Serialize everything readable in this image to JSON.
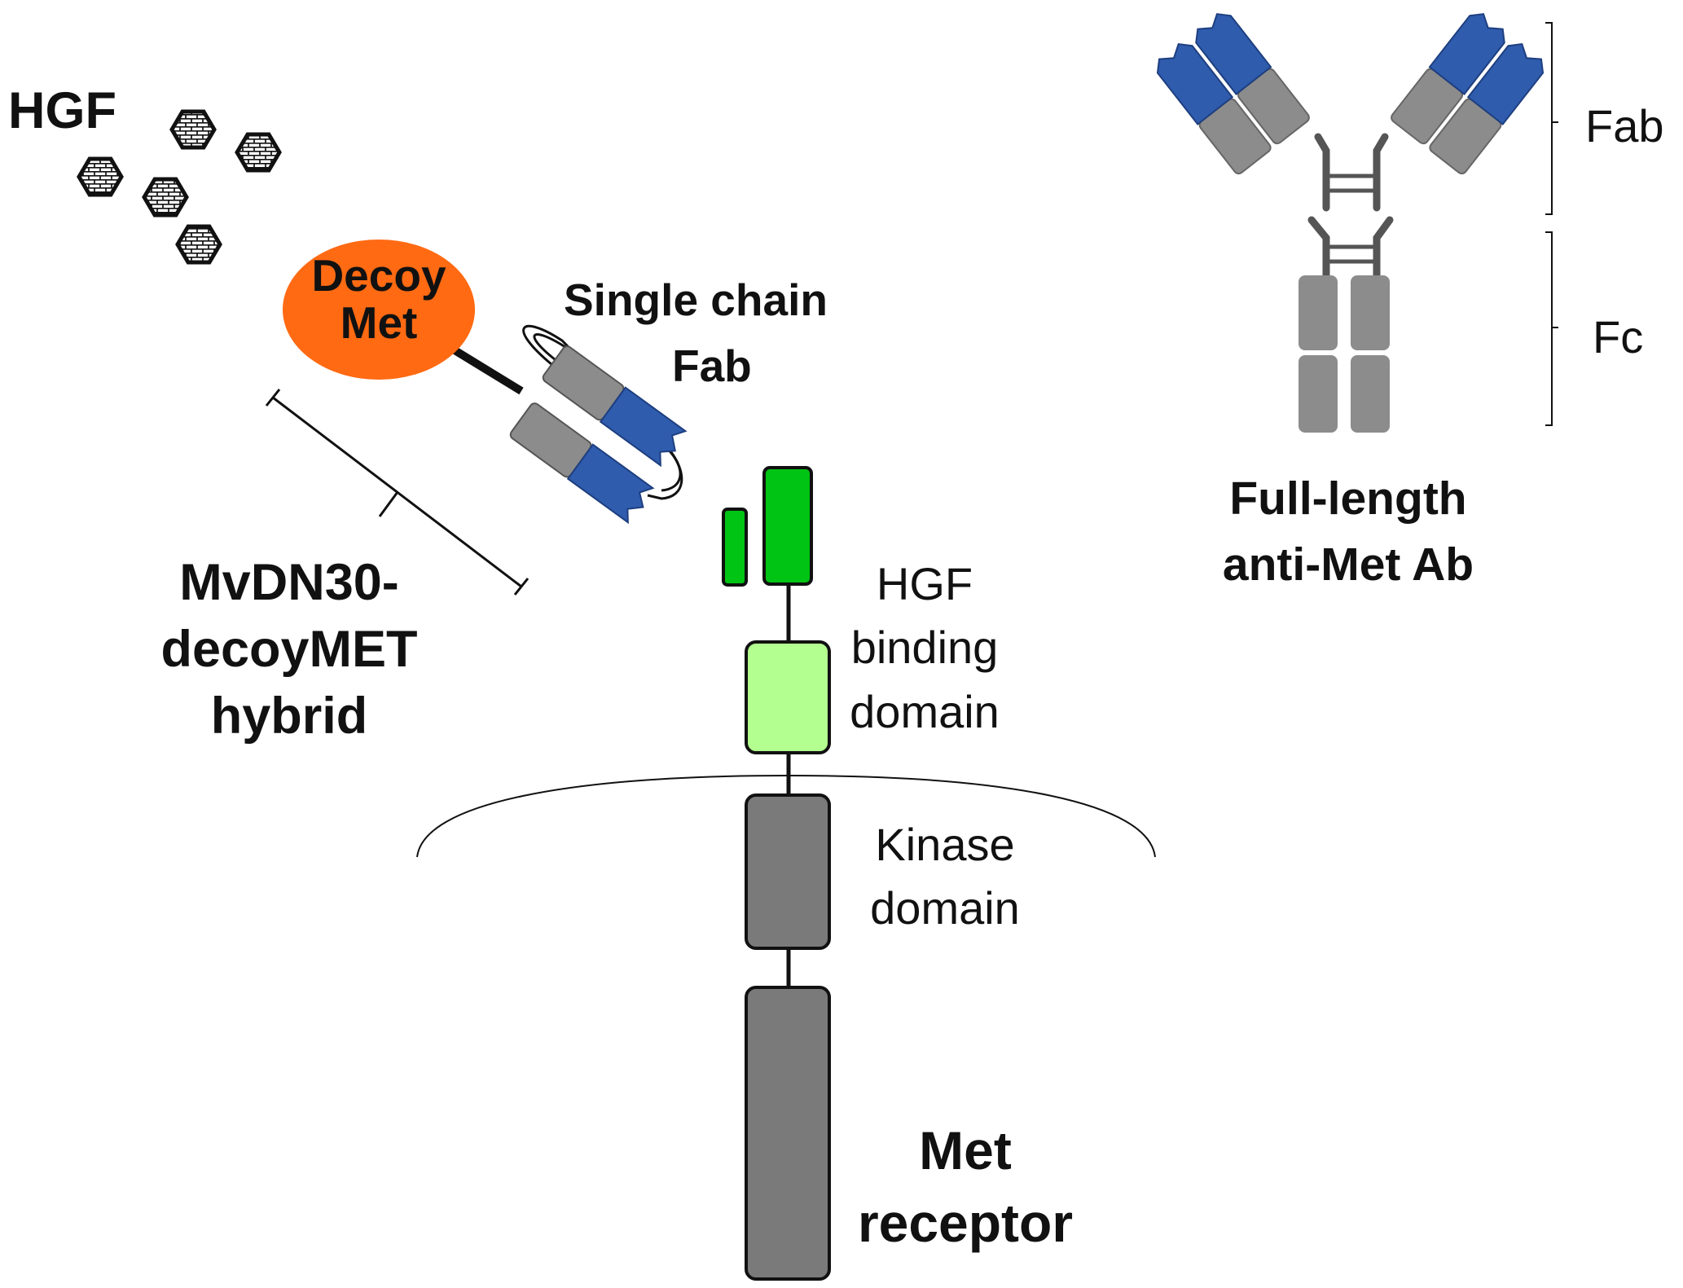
{
  "labels": {
    "hgf": "HGF",
    "decoy_line1": "Decoy",
    "decoy_line2": "Met",
    "scfab_line1": "Single chain",
    "scfab_line2": "Fab",
    "hybrid_line1": "MvDN30-",
    "hybrid_line2": "decoyMET",
    "hybrid_line3": "hybrid",
    "hgf_binding_line1": "HGF",
    "hgf_binding_line2": "binding",
    "hgf_binding_line3": "domain",
    "kinase_line1": "Kinase",
    "kinase_line2": "domain",
    "met_receptor_line1": "Met",
    "met_receptor_line2": "receptor",
    "fab": "Fab",
    "fc": "Fc",
    "fullab_line1": "Full-length",
    "fullab_line2": "anti-Met Ab"
  },
  "colors": {
    "decoy_met": "#ff6a13",
    "variable_region": "#2f5cad",
    "constant_region": "#8c8c8c",
    "hgf_binding_domain": "#b3ff90",
    "sema_domain": "#00c414",
    "receptor_domain": "#7a7a7a"
  },
  "icons": {
    "hgf_molecule": "hexagon-brick-icon"
  }
}
